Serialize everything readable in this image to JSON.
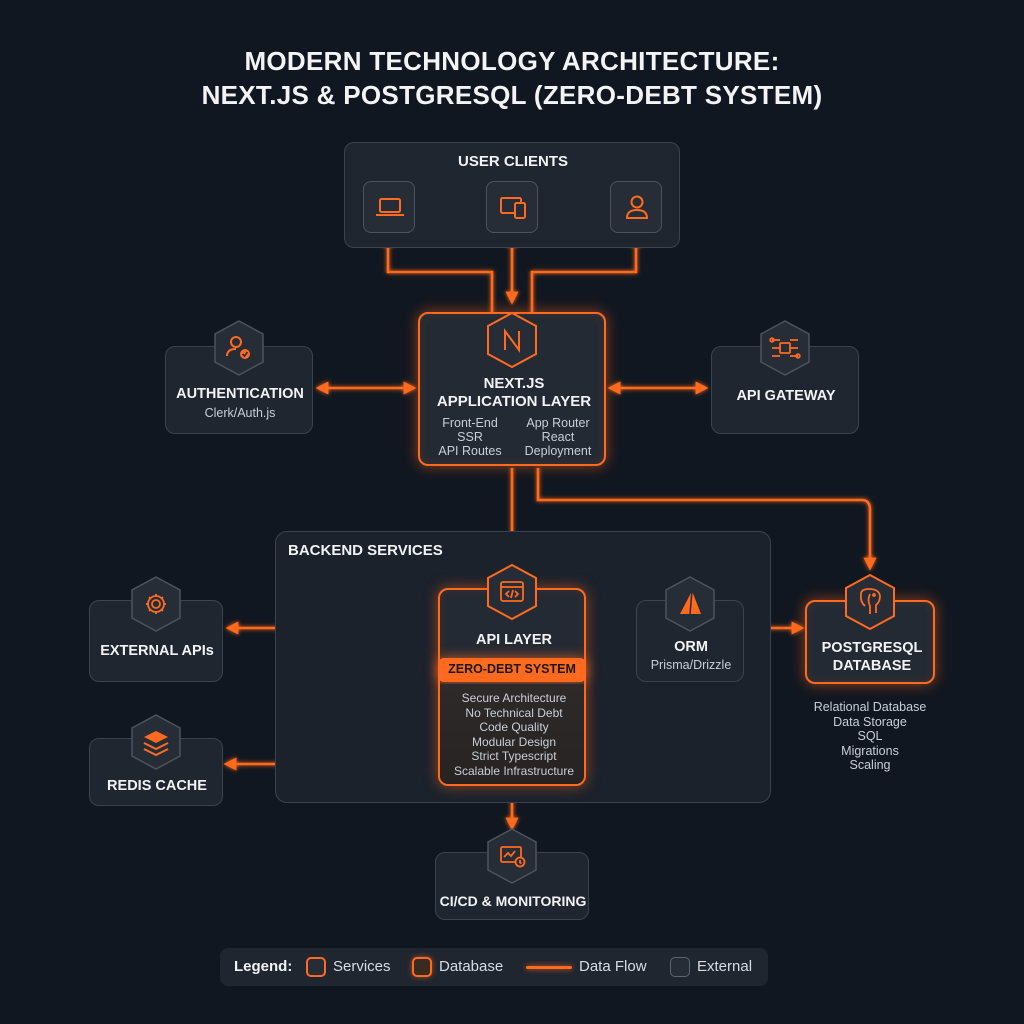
{
  "title": {
    "line1": "MODERN TECHNOLOGY ARCHITECTURE:",
    "line2": "NEXT.JS & POSTGRESQL (ZERO-DEBT SYSTEM)"
  },
  "user_clients": {
    "label": "USER CLIENTS",
    "icons": [
      "laptop-icon",
      "devices-icon",
      "user-icon"
    ]
  },
  "nextjs": {
    "title1": "NEXT.JS",
    "title2": "APPLICATION LAYER",
    "features": [
      "Front-End",
      "App Router",
      "SSR",
      "React",
      "API Routes",
      "Deployment"
    ],
    "icon": "nextjs-logo-icon"
  },
  "authentication": {
    "label": "AUTHENTICATION",
    "sub": "Clerk/Auth.js",
    "icon": "user-check-icon"
  },
  "api_gateway": {
    "label": "API GATEWAY",
    "icon": "network-chip-icon"
  },
  "backend": {
    "label": "BACKEND SERVICES"
  },
  "api_layer": {
    "label": "API LAYER",
    "badge": "ZERO-DEBT SYSTEM",
    "features": [
      "Secure Architecture",
      "No Technical Debt",
      "Code Quality",
      "Modular Design",
      "Strict Typescript",
      "Scalable Infrastructure"
    ],
    "icon": "code-window-icon"
  },
  "orm": {
    "label": "ORM",
    "sub": "Prisma/Drizzle",
    "icon": "prism-icon"
  },
  "postgres": {
    "title1": "POSTGRESQL",
    "title2": "DATABASE",
    "features": [
      "Relational Database",
      "Data Storage",
      "SQL",
      "Migrations",
      "Scaling"
    ],
    "icon": "elephant-icon"
  },
  "external_apis": {
    "label": "EXTERNAL APIs",
    "icon": "gear-icon"
  },
  "redis": {
    "label": "REDIS CACHE",
    "icon": "layers-icon"
  },
  "cicd": {
    "label": "CI/CD & MONITORING",
    "icon": "monitor-icon"
  },
  "legend": {
    "title": "Legend:",
    "services": "Services",
    "database": "Database",
    "data_flow": "Data Flow",
    "external": "External"
  },
  "colors": {
    "accent": "#ff6a1f",
    "background": "#111720",
    "panel": "#1f2630",
    "border": "#3a4350"
  }
}
